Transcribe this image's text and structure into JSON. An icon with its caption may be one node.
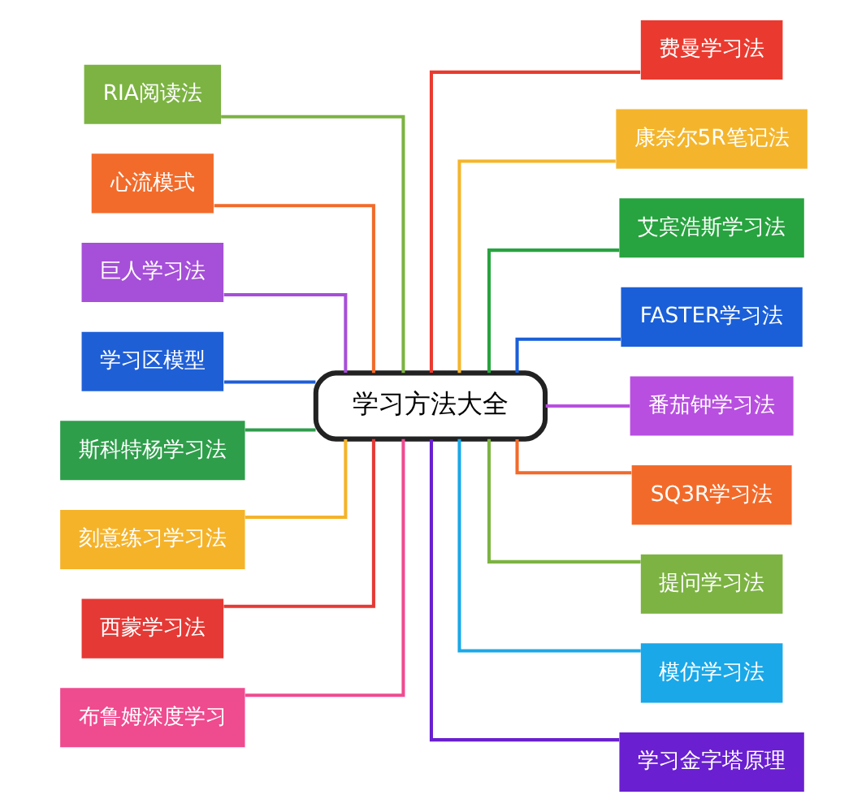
{
  "diagram": {
    "nodes": [
      {
        "text": [
          "学习方法大全"
        ]
      },
      {
        "text": [
          "RIA阅读法"
        ]
      },
      {
        "text": [
          "心流模式"
        ]
      },
      {
        "text": [
          "巨人学习法"
        ]
      },
      {
        "text": [
          "学习区模型"
        ]
      },
      {
        "text": [
          "斯科特杨学习法"
        ]
      },
      {
        "text": [
          "刻意练习学习法"
        ]
      },
      {
        "text": [
          "西蒙学习法"
        ]
      },
      {
        "text": [
          "布鲁姆深度学习"
        ]
      },
      {
        "text": [
          "费曼学习法"
        ]
      },
      {
        "text": [
          "康奈尔5R笔记法"
        ]
      },
      {
        "text": [
          "艾宾浩斯学习法"
        ]
      },
      {
        "text": [
          "FASTER学习法"
        ]
      },
      {
        "text": [
          "番茄钟学习法"
        ]
      },
      {
        "text": [
          "SQ3R学习法"
        ]
      },
      {
        "text": [
          "提问学习法"
        ]
      },
      {
        "text": [
          "模仿学习法"
        ]
      },
      {
        "text": [
          "学习金字塔原理"
        ]
      }
    ],
    "edges": [
      {
        "from": 0,
        "to": 1,
        "arrow": "none",
        "color": "#7cb342"
      },
      {
        "from": 0,
        "to": 2,
        "arrow": "none",
        "color": "#f26b2a"
      },
      {
        "from": 0,
        "to": 3,
        "arrow": "none",
        "color": "#a64fd8"
      },
      {
        "from": 0,
        "to": 4,
        "arrow": "none",
        "color": "#1f5fd6"
      },
      {
        "from": 0,
        "to": 5,
        "arrow": "none",
        "color": "#2e9e4a"
      },
      {
        "from": 0,
        "to": 6,
        "arrow": "none",
        "color": "#f5b32a"
      },
      {
        "from": 0,
        "to": 7,
        "arrow": "none",
        "color": "#e53935"
      },
      {
        "from": 0,
        "to": 8,
        "arrow": "none",
        "color": "#ef4b8f"
      },
      {
        "from": 0,
        "to": 9,
        "arrow": "none",
        "color": "#ea3a2f"
      },
      {
        "from": 0,
        "to": 10,
        "arrow": "none",
        "color": "#f4b52c"
      },
      {
        "from": 0,
        "to": 11,
        "arrow": "none",
        "color": "#27a33f"
      },
      {
        "from": 0,
        "to": 12,
        "arrow": "none",
        "color": "#1a5fd8"
      },
      {
        "from": 0,
        "to": 13,
        "arrow": "none",
        "color": "#b84fe0"
      },
      {
        "from": 0,
        "to": 14,
        "arrow": "none",
        "color": "#f26a2a"
      },
      {
        "from": 0,
        "to": 15,
        "arrow": "none",
        "color": "#7cb342"
      },
      {
        "from": 0,
        "to": 16,
        "arrow": "none",
        "color": "#1aa8e8"
      },
      {
        "from": 0,
        "to": 17,
        "arrow": "none",
        "color": "#6a1fd0"
      }
    ]
  }
}
